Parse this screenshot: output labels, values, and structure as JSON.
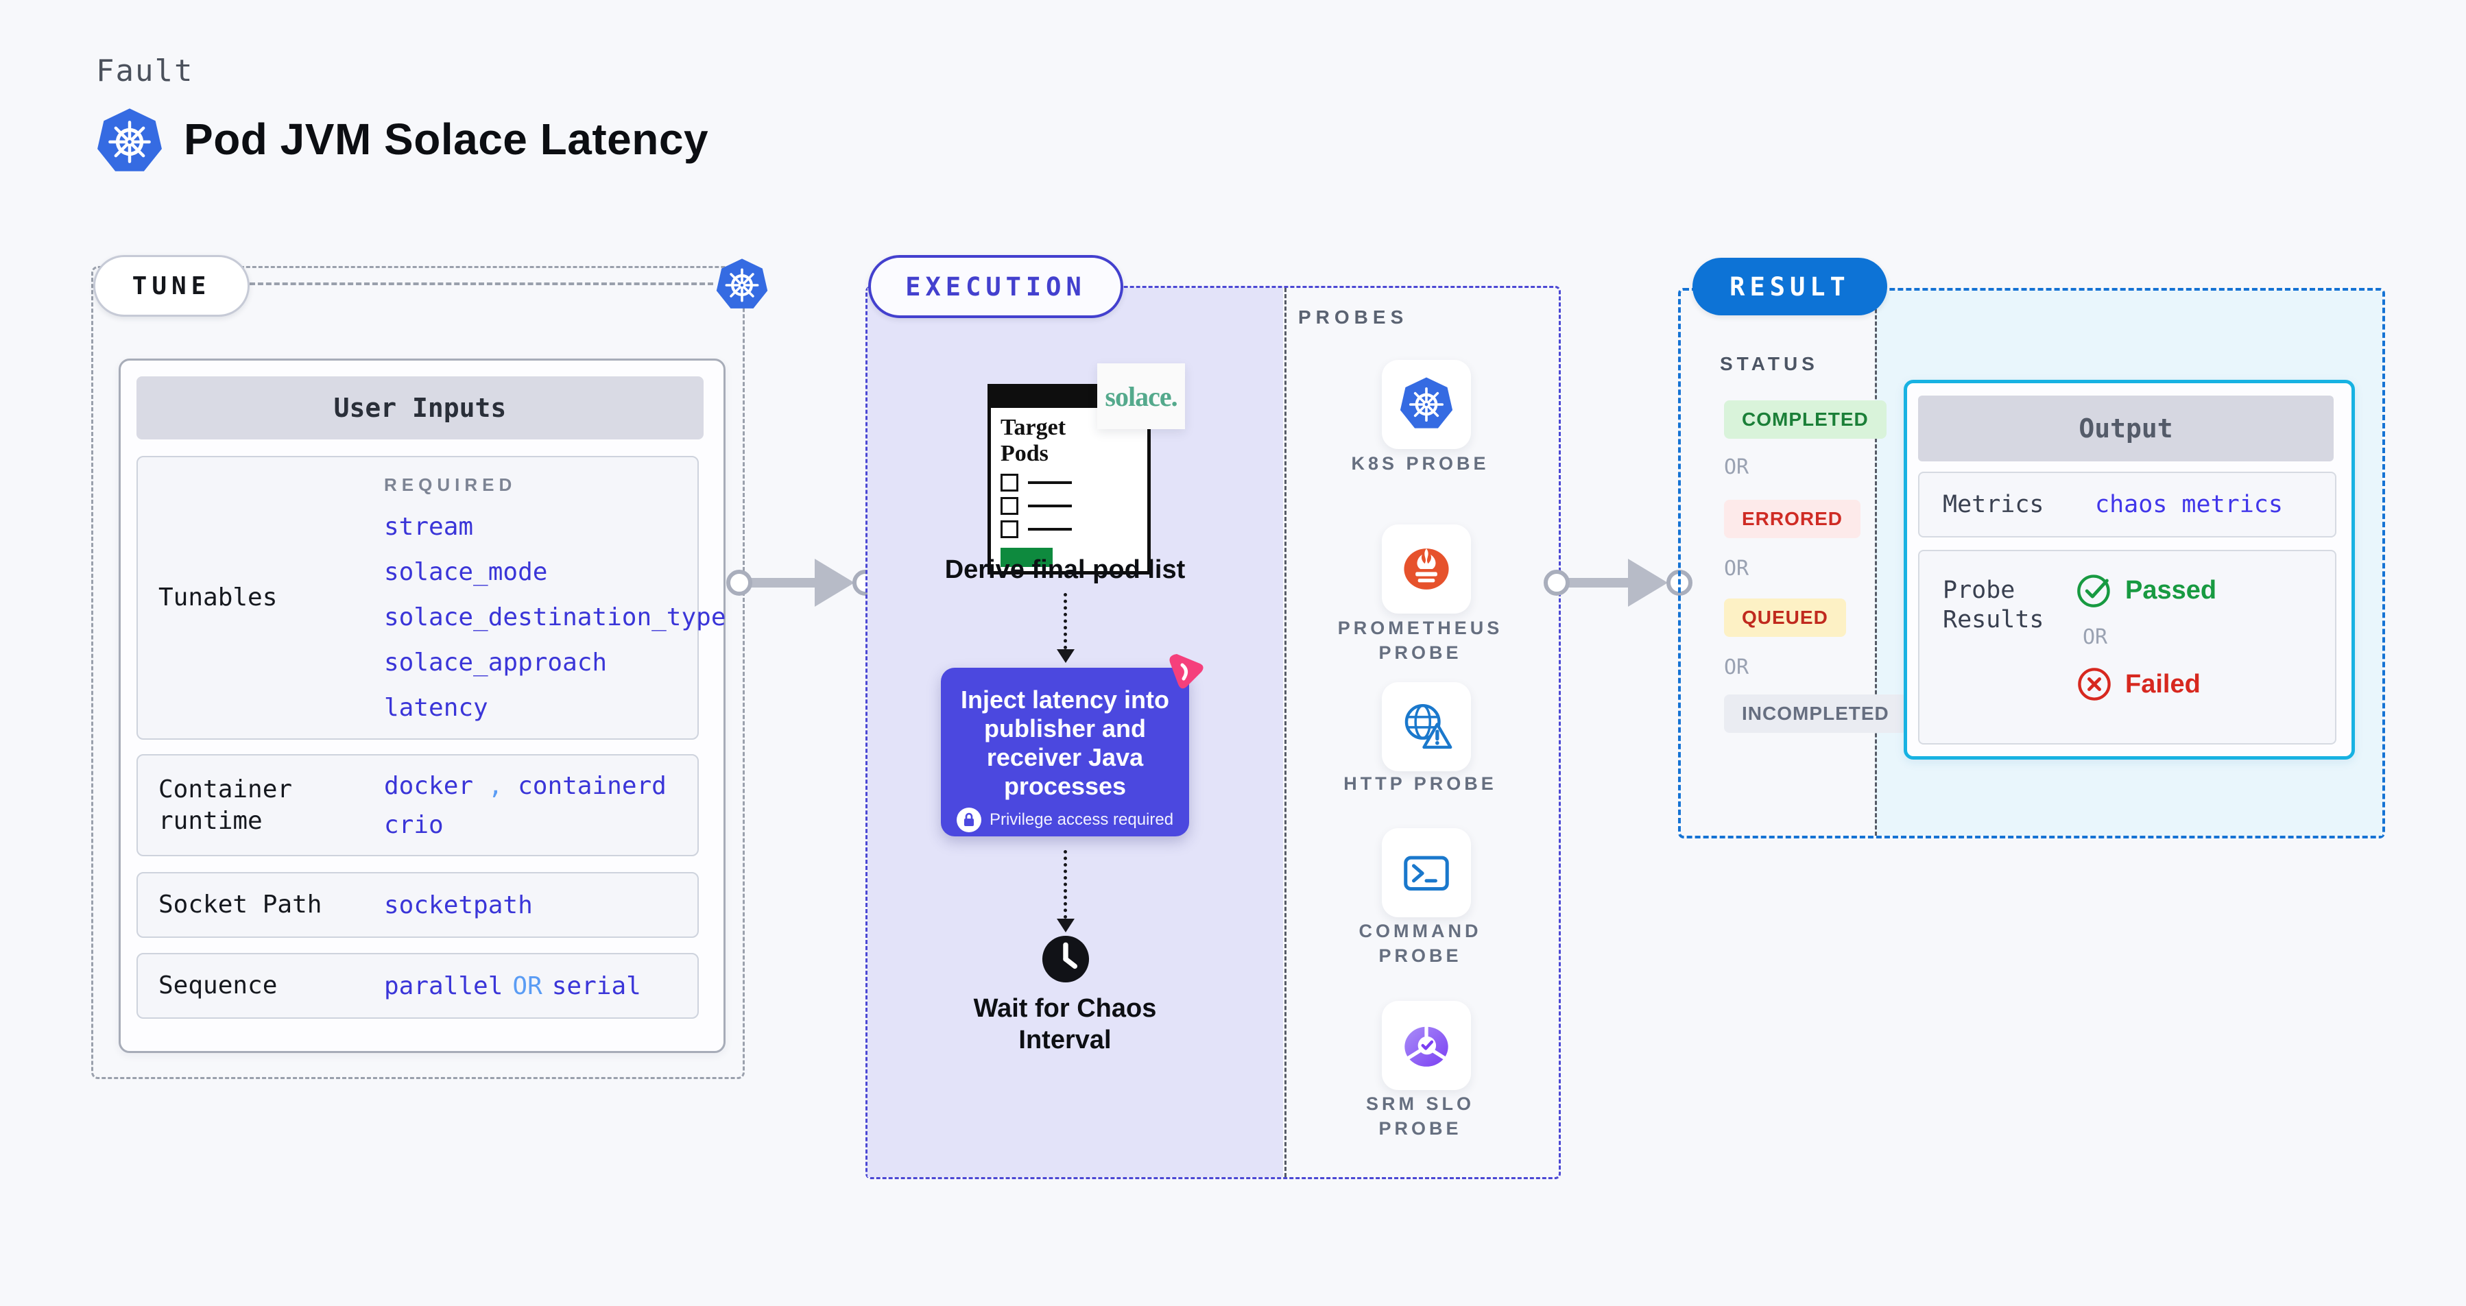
{
  "header": {
    "kicker": "Fault",
    "title": "Pod JVM Solace Latency"
  },
  "tune": {
    "badge": "TUNE",
    "card_header": "User Inputs",
    "required_label": "REQUIRED",
    "tunables_label": "Tunables",
    "tunables": [
      "stream",
      "solace_mode",
      "solace_destination_type",
      "solace_approach",
      "latency"
    ],
    "runtime_label": "Container runtime",
    "runtime_a": "docker",
    "runtime_comma": ",",
    "runtime_b": "containerd",
    "runtime_c": "crio",
    "socket_label": "Socket Path",
    "socket_value": "socketpath",
    "sequence_label": "Sequence",
    "sequence_a": "parallel",
    "sequence_or": "OR",
    "sequence_b": "serial"
  },
  "execution": {
    "badge": "EXECUTION",
    "window_title": "Target Pods",
    "logo_text": "solace.",
    "step_derive": "Derive final pod list",
    "inject_l1": "Inject latency into",
    "inject_l2": "publisher and",
    "inject_l3": "receiver Java",
    "inject_l4": "processes",
    "privilege_note": "Privilege access required",
    "wait_l1": "Wait for Chaos",
    "wait_l2": "Interval",
    "probes_header": "PROBES",
    "probes": [
      {
        "label": "K8S PROBE"
      },
      {
        "label": "PROMETHEUS PROBE"
      },
      {
        "label": "HTTP PROBE"
      },
      {
        "label": "COMMAND PROBE"
      },
      {
        "label": "SRM SLO PROBE"
      }
    ]
  },
  "result": {
    "badge": "RESULT",
    "status_header": "STATUS",
    "status_completed": "COMPLETED",
    "status_errored": "ERRORED",
    "status_queued": "QUEUED",
    "status_incompleted": "INCOMPLETED",
    "or": "OR",
    "output_header": "Output",
    "metrics_label": "Metrics",
    "metrics_value": "chaos metrics",
    "probe_results_label": "Probe Results",
    "passed": "Passed",
    "failed": "Failed"
  },
  "colors": {
    "page_bg": "#f7f8fb",
    "indigo_accent": "#4340ce",
    "inject_bg": "#4b48df",
    "value_blue": "#3a35d8",
    "value_blue_light": "#5a9cf4",
    "lavender_bg": "#e3e3f9",
    "result_blue": "#0d73d6",
    "cyan_border": "#17b2e2",
    "cyan_bg": "#e9f6fc",
    "status_green": "#1b7f38",
    "status_red": "#cf2b24",
    "queued_bg": "#fdf1c5",
    "passed_green": "#189a41",
    "failed_red": "#d7281f",
    "k8s_blue": "#356be2",
    "prometheus_orange": "#e6522c",
    "probe_icon_blue": "#1a78cc",
    "srm_purple": "#7b3ff2",
    "chaos_pink": "#f5407c",
    "solace_green": "#54a98c",
    "arrow_gray": "#b7bbc7"
  }
}
